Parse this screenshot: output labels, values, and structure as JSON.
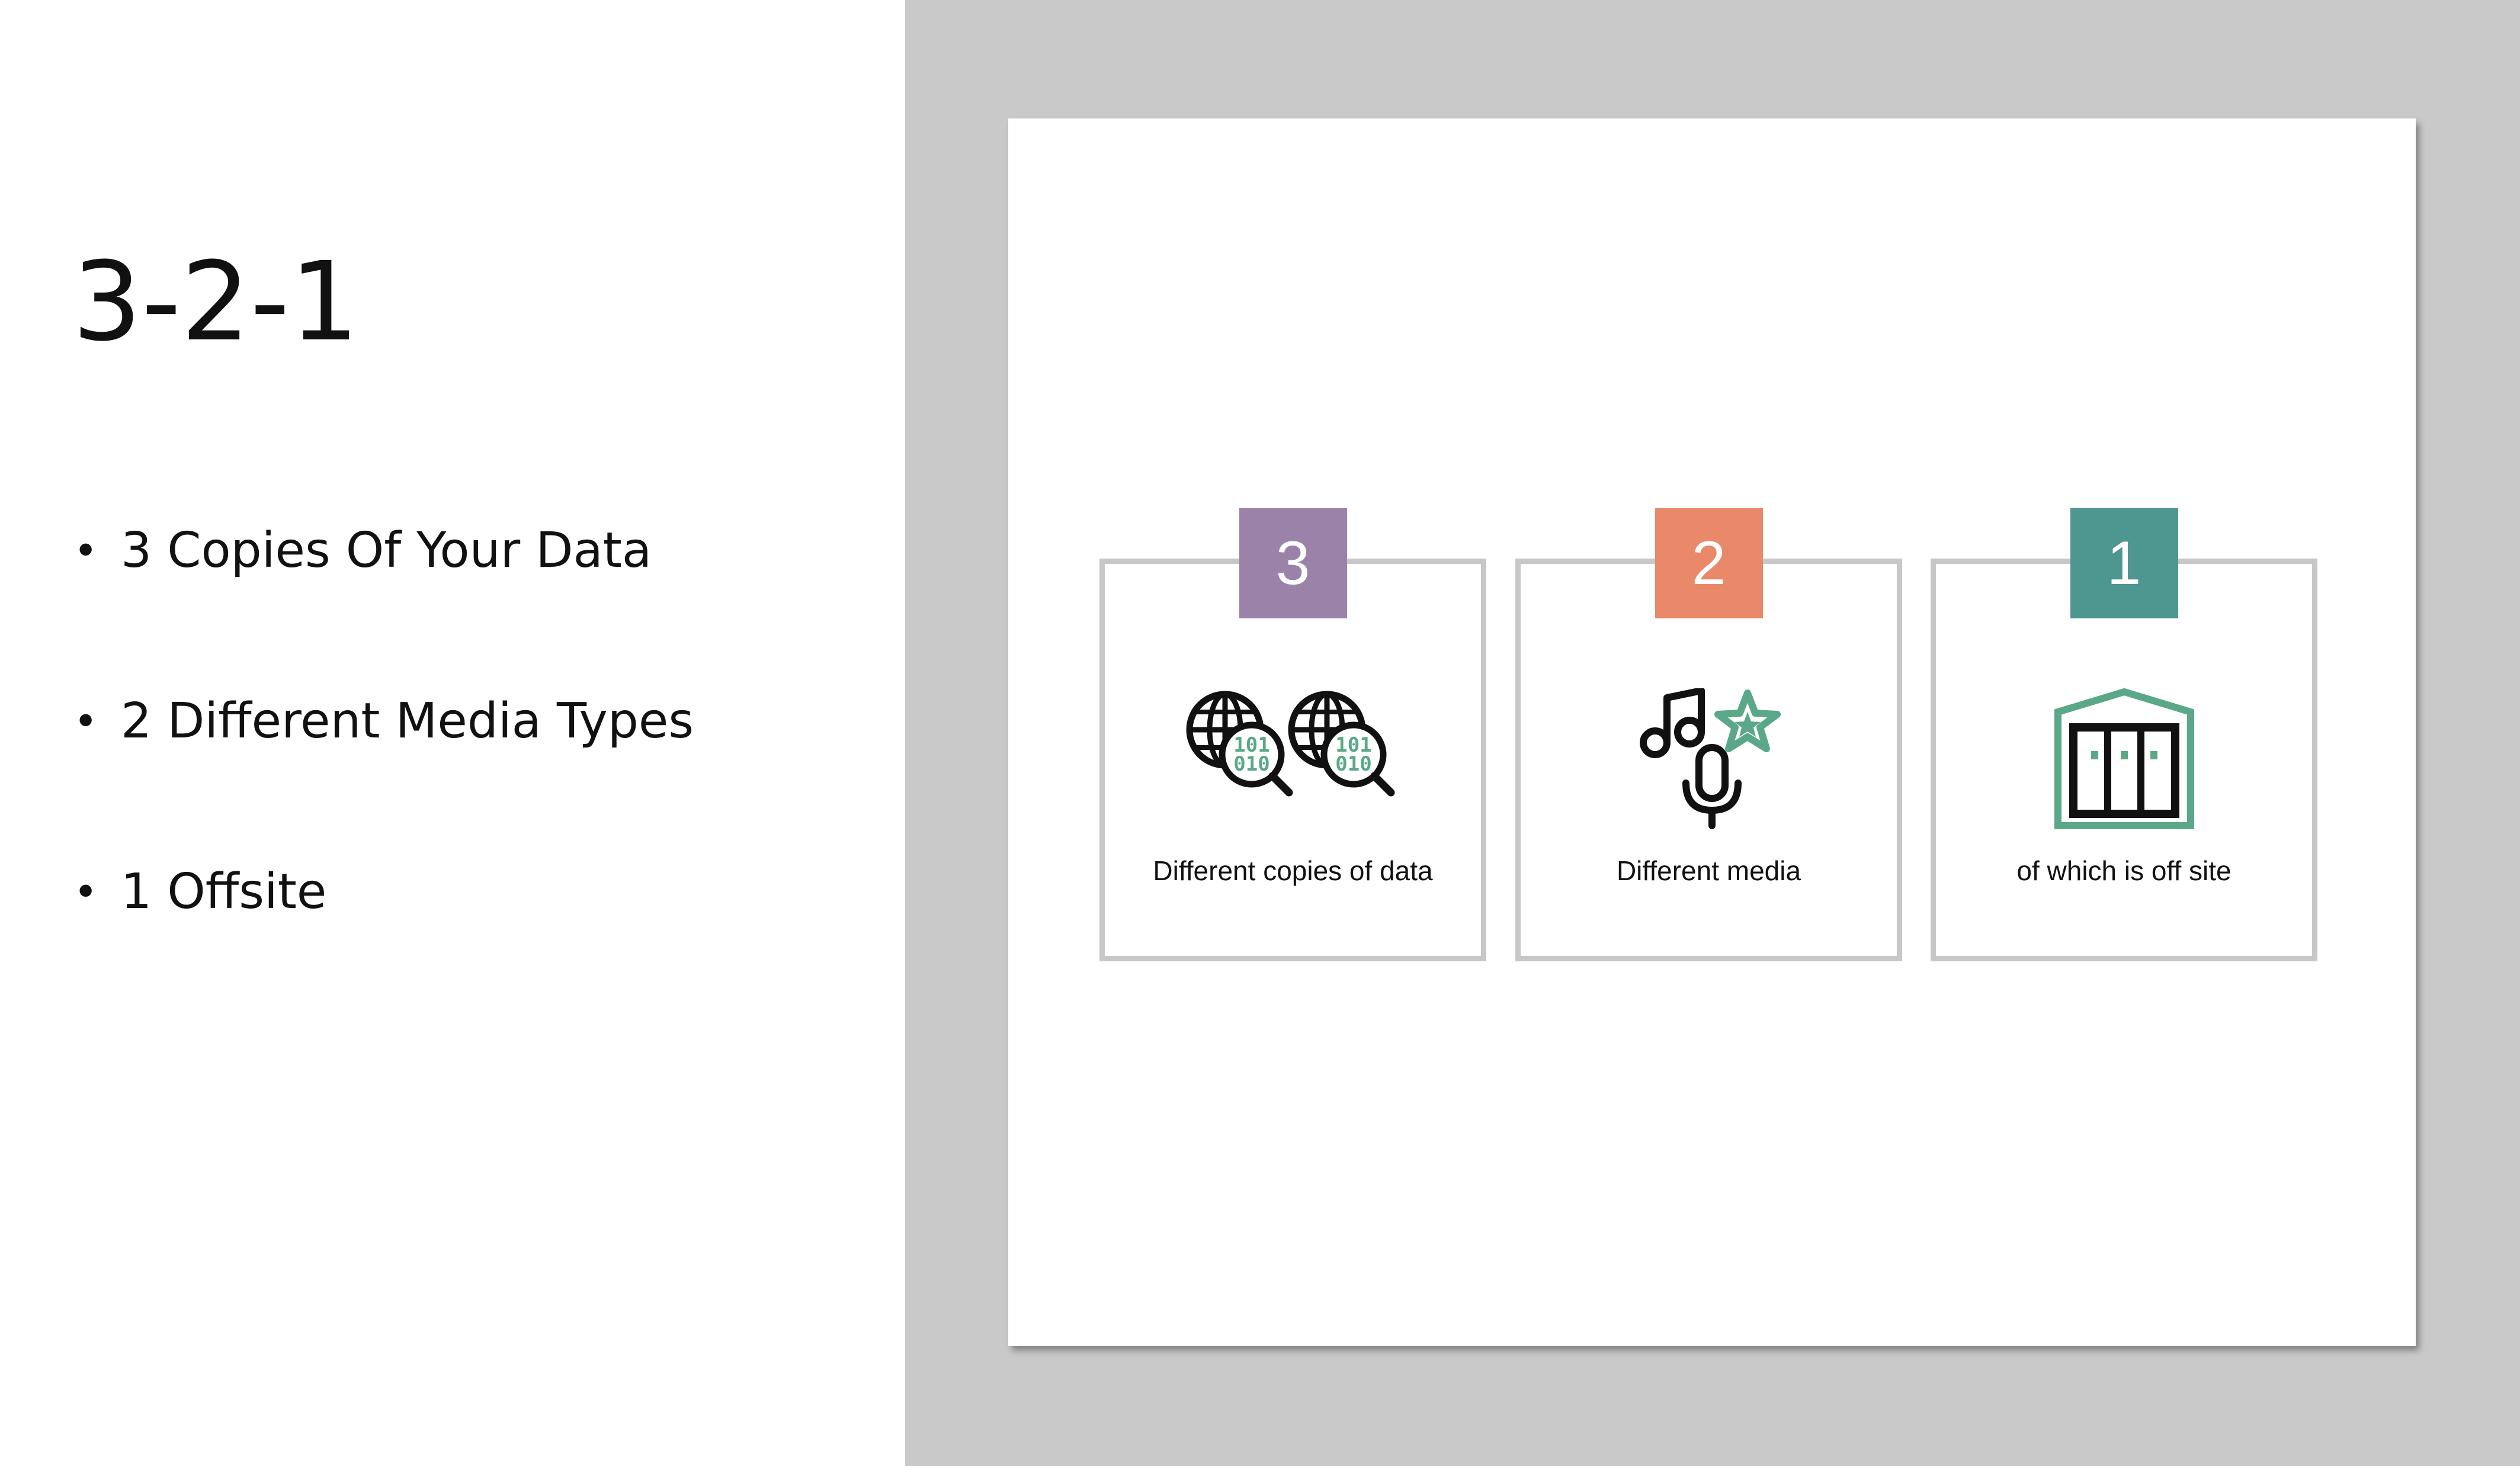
{
  "slide": {
    "title": "3-2-1",
    "bullets": [
      {
        "marker": "•",
        "text": "3 Copies Of Your Data"
      },
      {
        "marker": "•",
        "text": "2 Different Media Types"
      },
      {
        "marker": "•",
        "text": "1 Offsite"
      }
    ]
  },
  "graphic": {
    "cards": [
      {
        "number": "3",
        "caption": "Different copies of data",
        "color": "#9a82a8",
        "icon": "globe-binary-search-icon"
      },
      {
        "number": "2",
        "caption": "Different media",
        "color": "#e9896a",
        "icon": "music-microphone-star-icon"
      },
      {
        "number": "1",
        "caption": "of which is off site",
        "color": "#4e9690",
        "icon": "storage-building-icon"
      }
    ],
    "icon_accent_color": "#5aa887",
    "panel_background": "#c8c9c8"
  }
}
